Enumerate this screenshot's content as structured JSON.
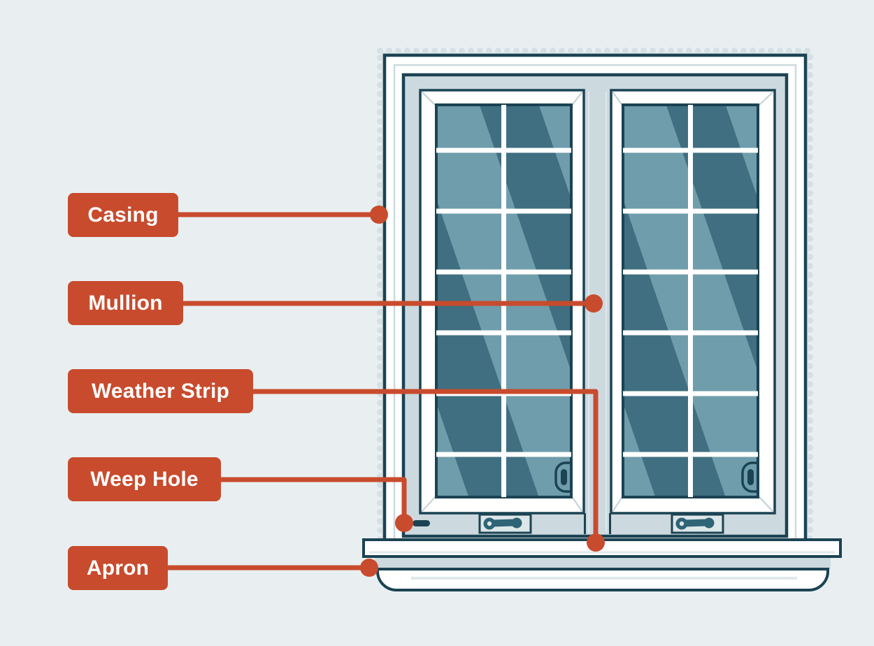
{
  "labels": [
    {
      "id": "casing",
      "text": "Casing"
    },
    {
      "id": "mullion",
      "text": "Mullion"
    },
    {
      "id": "weather_strip",
      "text": "Weather Strip"
    },
    {
      "id": "weep_hole",
      "text": "Weep Hole"
    },
    {
      "id": "apron",
      "text": "Apron"
    }
  ],
  "colors": {
    "background": "#e9eff1",
    "accent": "#c84b2d",
    "outline": "#1b4353",
    "frame_gray": "#ccd9de",
    "glass_dark": "#3f6f80",
    "glass_light": "#6f9dab",
    "scallop_edge": "#d5e0e4",
    "handle": "#2e6476",
    "white": "#ffffff"
  }
}
